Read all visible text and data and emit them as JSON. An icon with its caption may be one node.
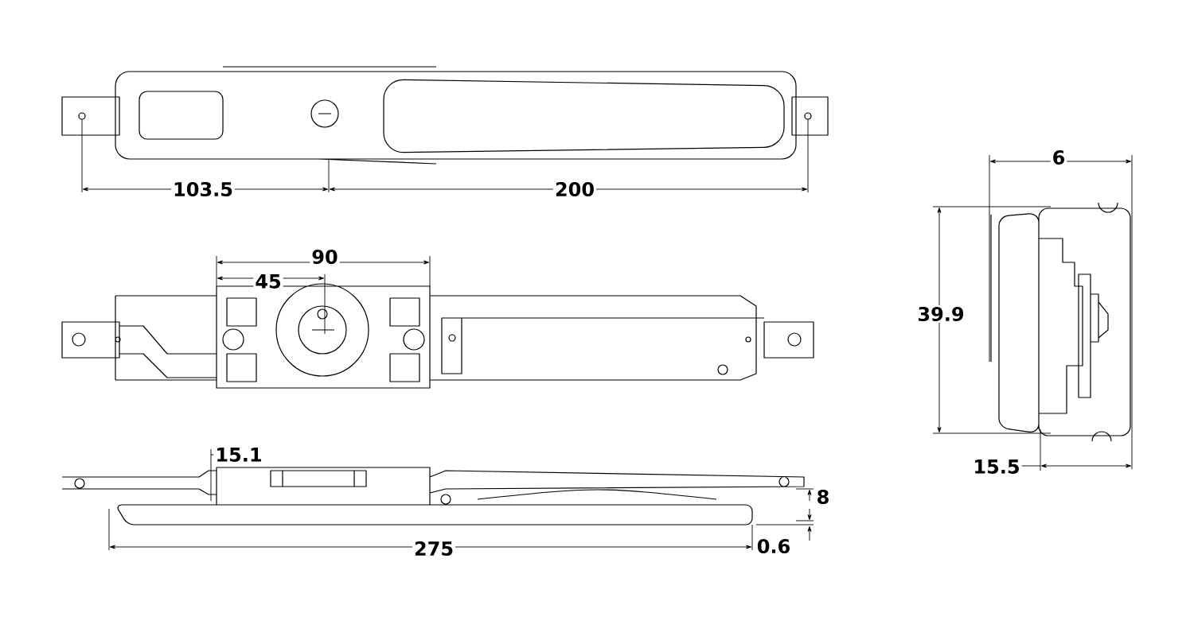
{
  "diagram": {
    "labels": [
      "103.5",
      "200",
      "6",
      "90",
      "45",
      "39.9",
      "15.1",
      "8",
      "15.5",
      "275",
      "0.6"
    ]
  }
}
